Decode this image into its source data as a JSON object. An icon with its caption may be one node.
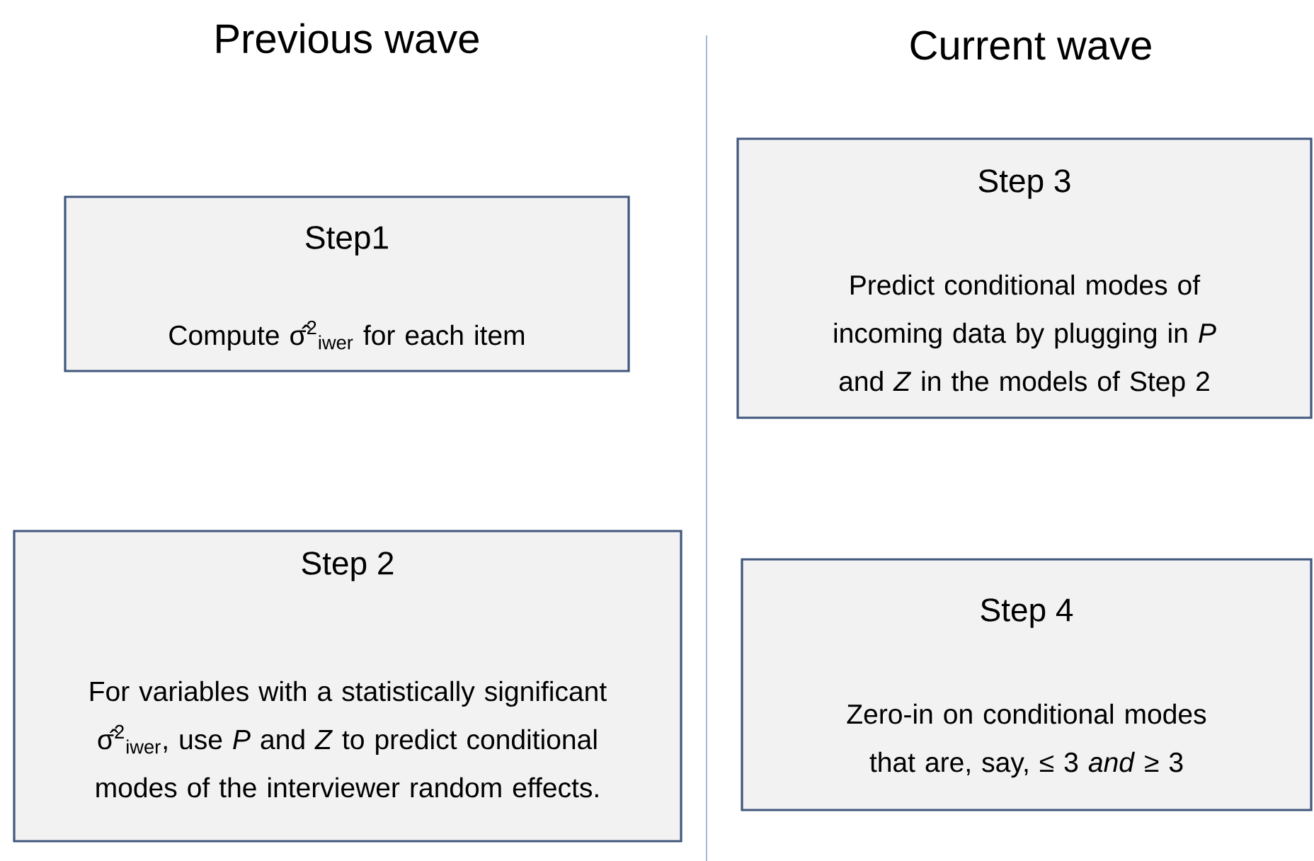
{
  "diagram": {
    "nodes": [
      {
        "text": [
          "Step1",
          "Compute σ̂$^{2}$$_{iwer}$ for each item"
        ]
      },
      {
        "text": [
          "Step 2",
          "For variables with a statistically significant σ̂$^{2}$$_{iwer}$, use *P* and *Z* to predict conditional modes of the interviewer random effects."
        ]
      },
      {
        "text": [
          "Step 3",
          "Predict conditional modes of incoming data by plugging in *P* and *Z* in the models of Step 2"
        ]
      },
      {
        "text": [
          "Step  4",
          "Zero-in on conditional modes that are, say, ≤ 3 *and* ≥ 3"
        ]
      }
    ],
    "labels": [
      "Previous wave",
      "Current wave"
    ]
  }
}
